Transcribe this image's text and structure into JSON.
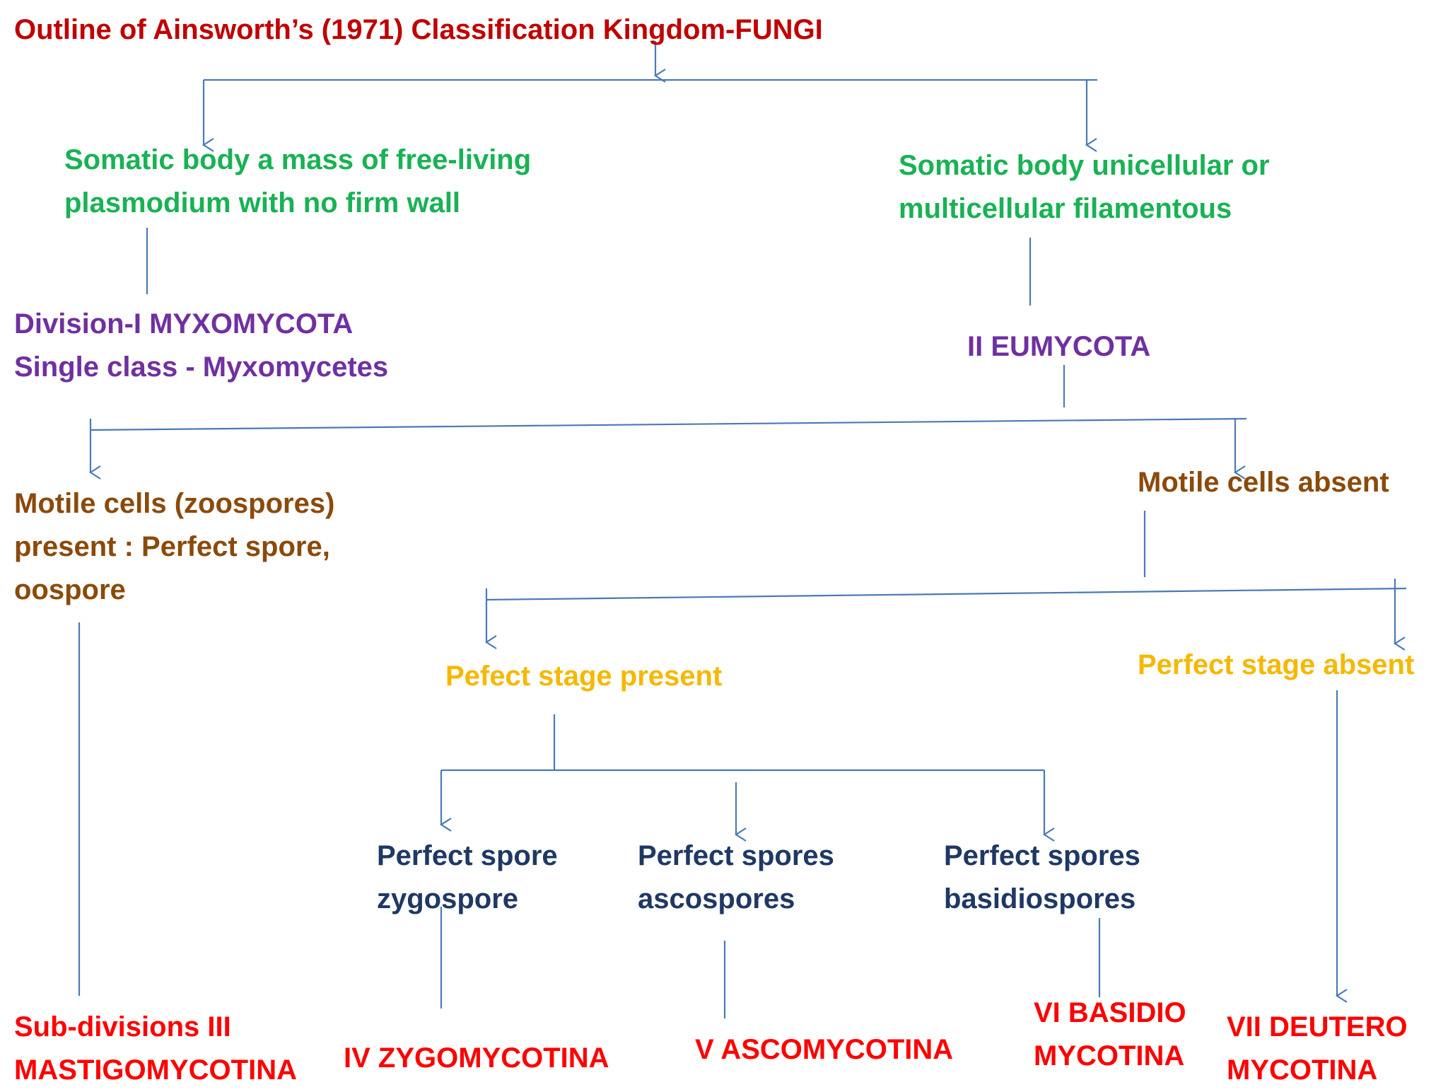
{
  "title": "Outline of Ainsworth’s (1971) Classification Kingdom-FUNGI",
  "colors": {
    "title": "#c00000",
    "somatic": "#19b254",
    "division": "#7030a0",
    "motility": "#8b4a0a",
    "stage": "#f5b800",
    "spore": "#1f3864",
    "subdivision": "#ff0000",
    "connector": "#4a7ab5"
  },
  "nodes": {
    "somatic_left": [
      "Somatic body a mass of free-living",
      "plasmodium with no firm wall"
    ],
    "somatic_right": [
      "Somatic body unicellular or",
      "multicellular filamentous"
    ],
    "division_one": [
      "Division-I MYXOMYCOTA",
      "Single class - Myxomycetes"
    ],
    "division_two": [
      "II EUMYCOTA"
    ],
    "motile_present": [
      "Motile cells (zoospores)",
      "present : Perfect spore,",
      "oospore"
    ],
    "motile_absent": [
      "Motile cells absent"
    ],
    "stage_present": [
      "Pefect stage present"
    ],
    "stage_absent": [
      "Perfect stage absent"
    ],
    "spore_zygo": [
      "Perfect spore",
      "zygospore"
    ],
    "spore_asco": [
      "Perfect spores",
      "ascospores"
    ],
    "spore_basidio": [
      "Perfect spores",
      "basidiospores"
    ],
    "sub_mastigo": [
      "Sub-divisions III",
      "MASTIGOMYCOTINA"
    ],
    "sub_zygo": [
      "IV ZYGOMYCOTINA"
    ],
    "sub_asco": [
      "V ASCOMYCOTINA"
    ],
    "sub_basidio": [
      "VI BASIDIO",
      "MYCOTINA"
    ],
    "sub_deutero": [
      "VII DEUTERO",
      "MYCOTINA"
    ]
  }
}
